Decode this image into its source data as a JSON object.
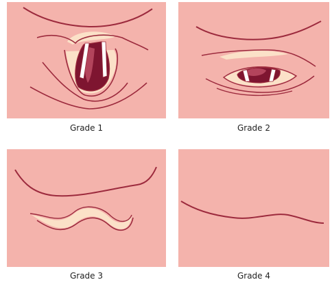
{
  "colors": {
    "background": "#f4b3ac",
    "tissue_line": "#9c2a3d",
    "cord_light": "#fbe1c8",
    "cavity": "#7e1530",
    "cavity_highlight": "#b3445c",
    "cord_white": "#ffffff"
  },
  "panels": [
    {
      "label": "Grade 1"
    },
    {
      "label": "Grade 2"
    },
    {
      "label": "Grade 3"
    },
    {
      "label": "Grade 4"
    }
  ]
}
